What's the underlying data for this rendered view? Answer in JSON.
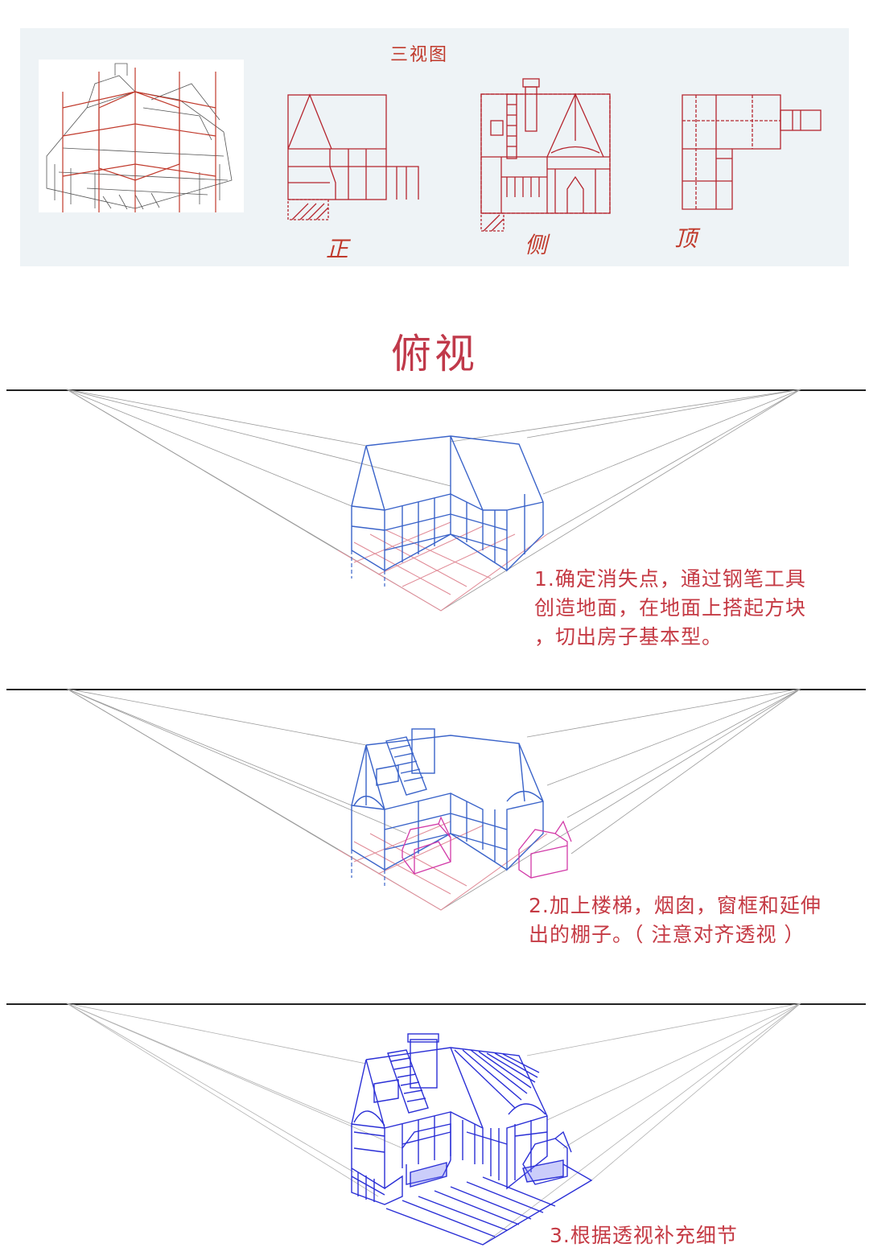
{
  "three_view": {
    "title": "三视图",
    "labels": {
      "front": "正",
      "side": "侧",
      "top": "顶"
    }
  },
  "main_title": "俯视",
  "steps": [
    {
      "text_line1": "1.确定消失点，通过钢笔工具",
      "text_line2": "创造地面，在地面上搭起方块",
      "text_line3": "，切出房子基本型。"
    },
    {
      "text_line1": "2.加上楼梯，烟囱，窗框和延伸",
      "text_line2": "出的棚子。（ 注意对齐透视 ）"
    },
    {
      "text_line1": "3.根据透视补充细节"
    }
  ],
  "colors": {
    "accent_red": "#c0392b",
    "blue": "#3a63c9",
    "deep_blue": "#2a2fd6",
    "magenta": "#d23aa8",
    "guide_gray": "#9a9a9a"
  }
}
